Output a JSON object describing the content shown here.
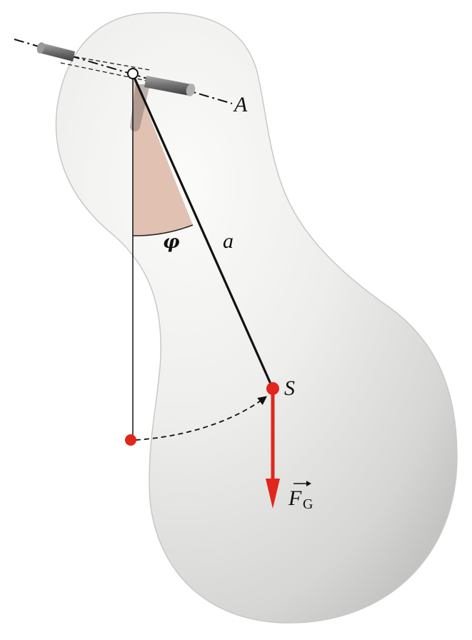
{
  "labels": {
    "axis": "A",
    "angle": "φ",
    "distance": "a",
    "center_of_mass": "S",
    "force_main": "F",
    "force_sub": "G"
  },
  "colors": {
    "body": "#e9e9e7",
    "body_shadow": "#bdbdbb",
    "angle_fill": "#dcb7a6",
    "force": "#e1261c",
    "point": "#e1261c",
    "line": "#111111",
    "axle": "#7a7a7a"
  },
  "icons": {
    "force_arrow": "vector-arrow",
    "pivot": "hollow-circle"
  }
}
